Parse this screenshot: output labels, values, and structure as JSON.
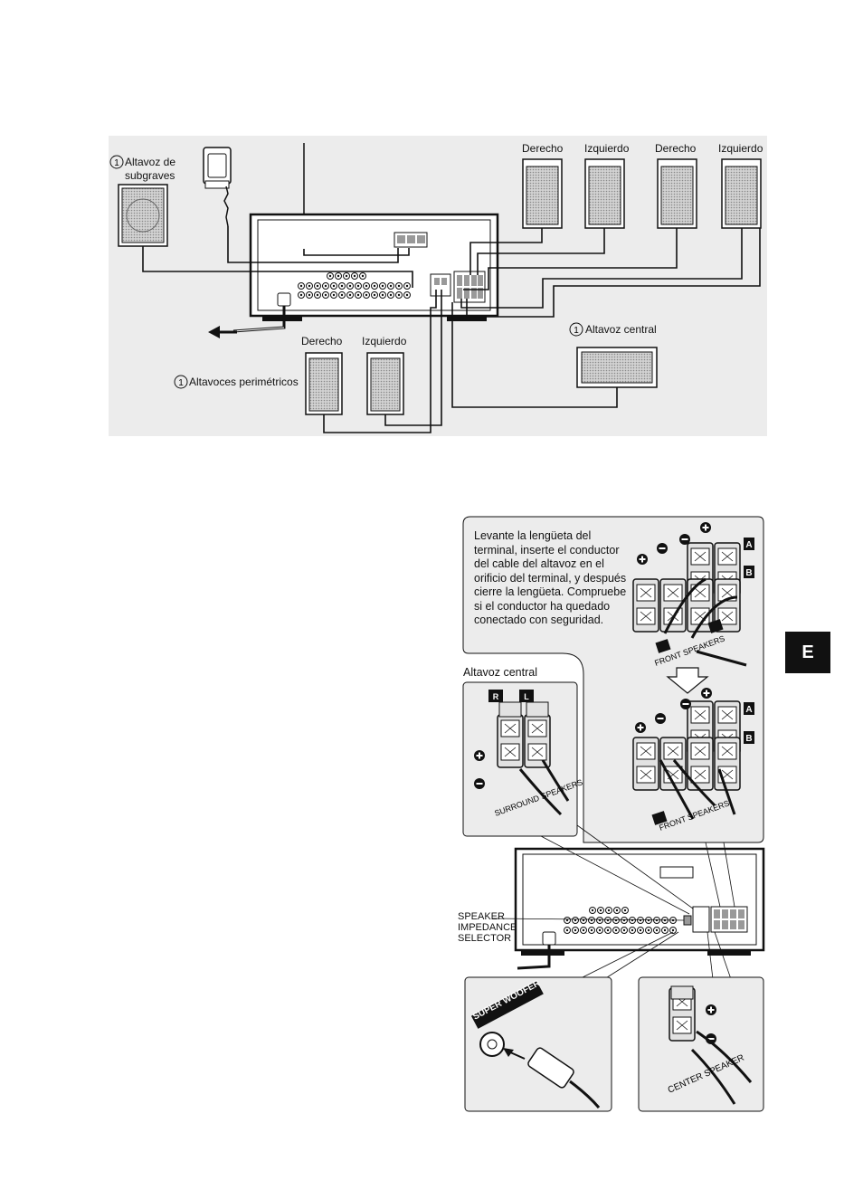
{
  "top": {
    "subwoofer_label_1": "Altavoz de",
    "subwoofer_label_2": "subgraves",
    "front_a_right": "Derecho",
    "front_a_left": "Izquierdo",
    "front_b_right": "Derecho",
    "front_b_left": "Izquierdo",
    "surround_right": "Derecho",
    "surround_left": "Izquierdo",
    "surround_label": "Altavoces perimétricos",
    "center_label": "Altavoz central",
    "circle_number": "1"
  },
  "bottom": {
    "instructions": "Levante la lengüeta del terminal, inserte el conductor del cable del altavoz en el orificio del terminal, y después cierre la lengüeta. Compruebe si el conductor ha quedado conectado con seguridad.",
    "center_heading": "Altavoz central",
    "front_speakers_top": "FRONT SPEAKERS",
    "front_speakers_bottom": "FRONT SPEAKERS",
    "surround_speakers": "SURROUND SPEAKERS",
    "impedance_1": "SPEAKER",
    "impedance_2": "IMPEDANCE",
    "impedance_3": "SELECTOR",
    "super_woofer": "SUPER WOOFER",
    "center_speaker": "CENTER SPEAKER",
    "label_a": "A",
    "label_b": "B",
    "label_r": "R",
    "label_l": "L"
  },
  "side_tab": "E",
  "colors": {
    "ink": "#111111",
    "panel_bg": "#ececec",
    "speaker_fill": "#bdbdbd"
  }
}
